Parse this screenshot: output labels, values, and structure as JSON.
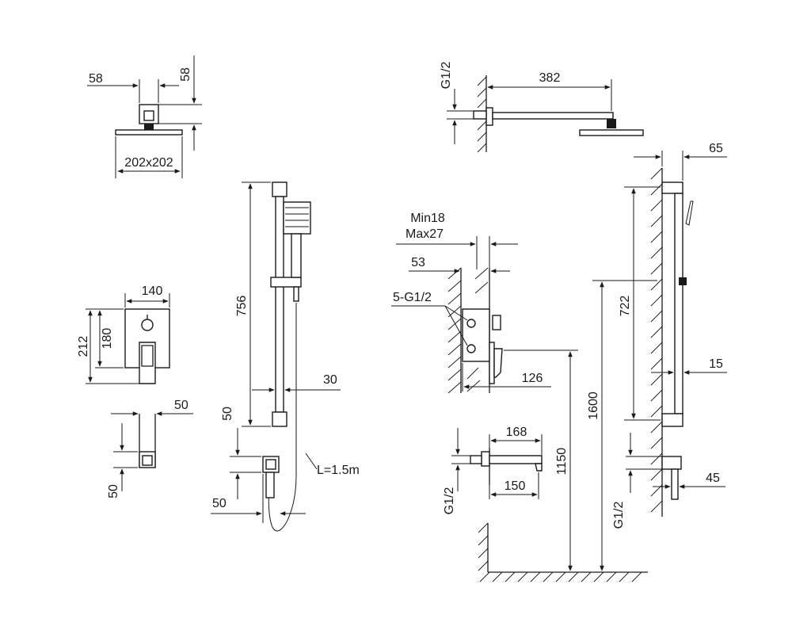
{
  "dimensions": {
    "head_arm_w": "58",
    "head_arm_h": "58",
    "head_size": "202x202",
    "rail_len": "756",
    "rail_offset": "30",
    "rail_bottom": "50",
    "hose_len": "L=1.5m",
    "elbow_h": "50",
    "elbow_w": "50",
    "plate_w": "140",
    "plate_h_outer": "212",
    "plate_h_inner": "180",
    "outlet_w": "50",
    "outlet_h": "50",
    "wall_min": "Min18",
    "wall_max": "Max27",
    "valve_depth": "53",
    "valve_ports": "5-G1/2",
    "valve_proj": "126",
    "arm_len": "382",
    "arm_thread": "G1/2",
    "spout_len": "168",
    "spout_depth": "150",
    "spout_thread": "G1/2",
    "spout_height": "1150",
    "head_height": "1600",
    "rail_wall": "65",
    "rail_span": "722",
    "rail_gap": "15",
    "elbow_proj": "45",
    "elbow_thread": "G1/2"
  }
}
